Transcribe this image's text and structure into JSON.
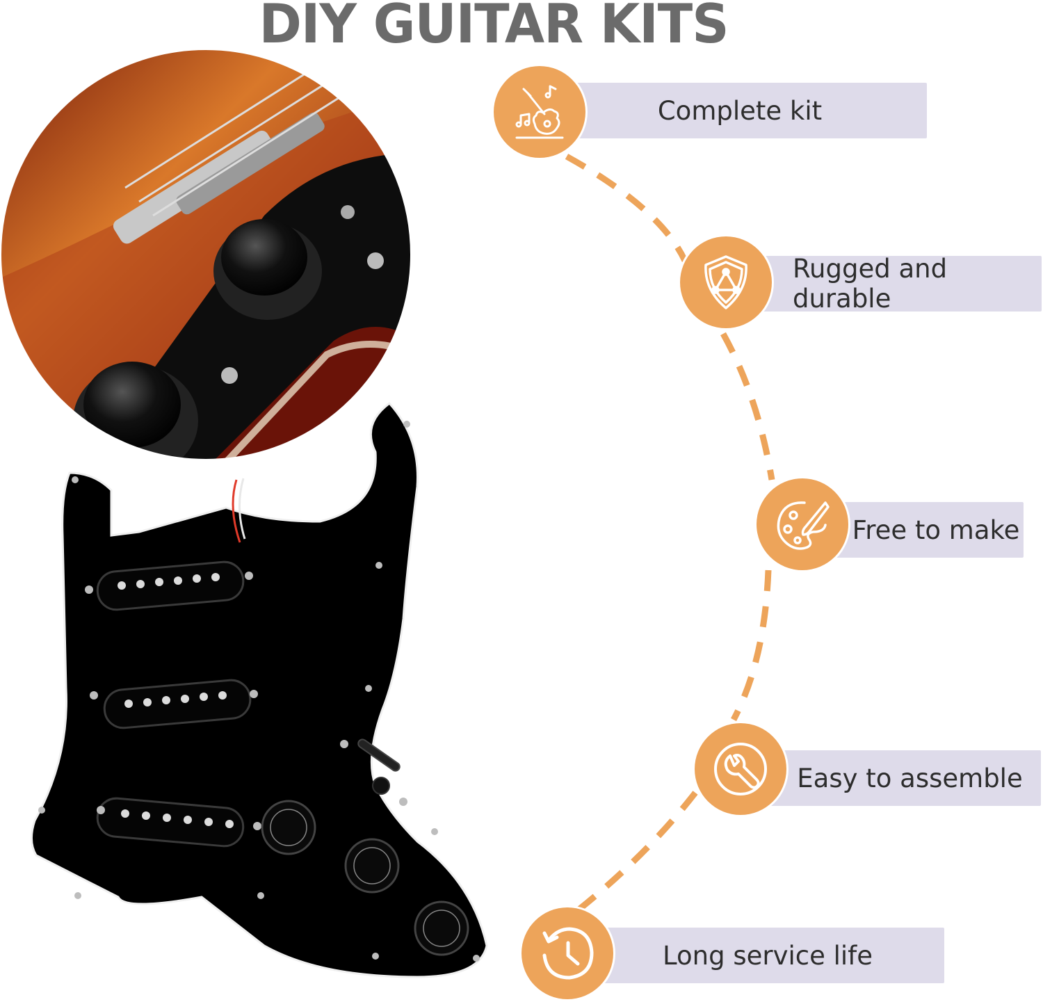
{
  "title": "DIY GUITAR KITS",
  "accent_color": "#eda45a",
  "pill_color": "#dedbea",
  "features": [
    {
      "label": "Complete kit",
      "icon": "guitar-music-icon"
    },
    {
      "label": "Rugged and durable",
      "icon": "shield-icon"
    },
    {
      "label": "Free to make",
      "icon": "paint-palette-icon"
    },
    {
      "label": "Easy to assemble",
      "icon": "wrench-icon"
    },
    {
      "label": "Long service life",
      "icon": "clock-icon"
    }
  ]
}
